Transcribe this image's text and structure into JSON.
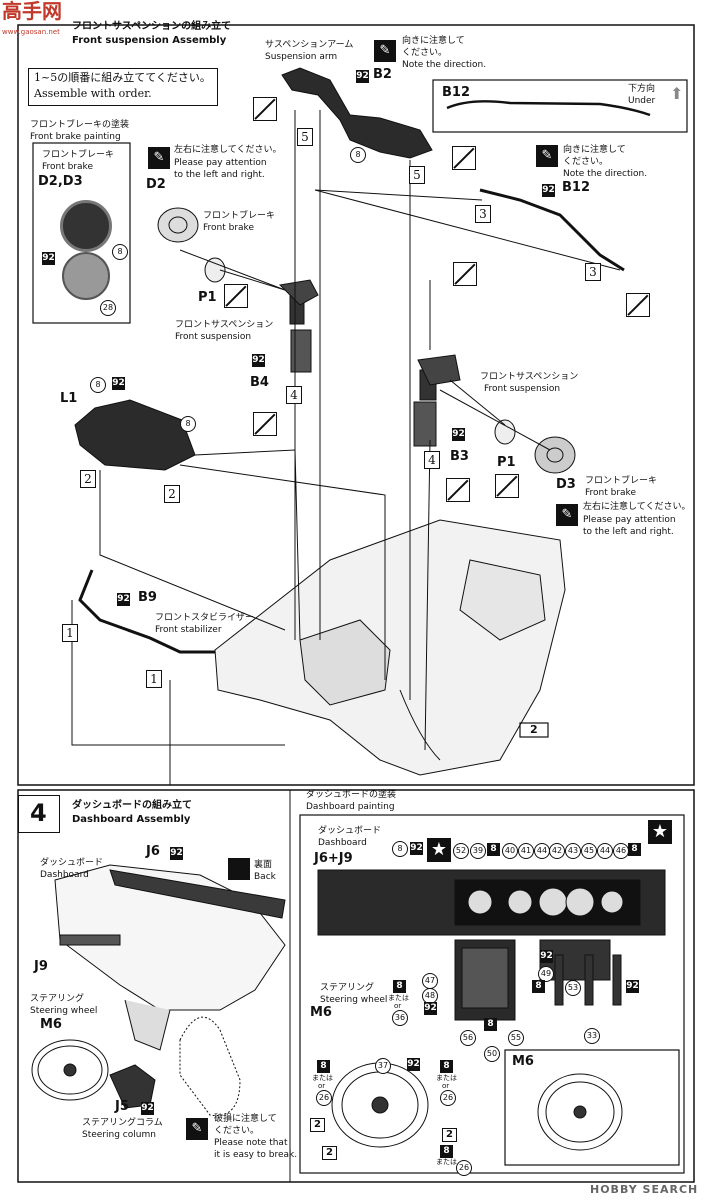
{
  "watermarks": {
    "top_left_brand": "高手网",
    "top_left_url": "www.gaosan.net",
    "bottom_right": "HOBBY SEARCH"
  },
  "section3": {
    "title_jp": "フロントサスペンションの組み立て",
    "title_en": "Front suspension Assembly",
    "order_note_jp": "1~5の順番に組み立ててください。",
    "order_note_en": "Assemble with order.",
    "brake_paint_jp": "フロントブレーキの塗装",
    "brake_paint_en": "Front brake painting",
    "brake_box_label_jp": "フロントブレーキ",
    "brake_box_label_en": "Front brake",
    "brake_box_parts": "D2,D3",
    "brake_box_colors": [
      "92",
      "8",
      "28"
    ],
    "lr_caution_jp": "左右に注意してください。",
    "lr_caution_en1": "Please pay attention",
    "lr_caution_en2": "to the left and right.",
    "susp_arm_jp": "サスペンションアーム",
    "susp_arm_en": "Suspension arm",
    "dir_caution_jp1": "向きに注意して",
    "dir_caution_jp2": "ください。",
    "dir_caution_en": "Note the direction.",
    "b2": "B2",
    "b12": "B12",
    "under_jp": "下方向",
    "under_en": "Under",
    "d2": "D2",
    "d3": "D3",
    "front_brake_jp": "フロントブレーキ",
    "front_brake_en": "Front brake",
    "p1": "P1",
    "front_susp_jp": "フロントサスペンション",
    "front_susp_en": "Front suspension",
    "b3": "B3",
    "b4": "B4",
    "l1": "L1",
    "b9": "B9",
    "stabilizer_jp": "フロントスタビライザー",
    "stabilizer_en": "Front stabilizer",
    "colors": {
      "c92": "92",
      "c8": "8",
      "c28": "28"
    },
    "steps": [
      "1",
      "2",
      "3",
      "4",
      "5"
    ],
    "part_ref": "2"
  },
  "section4": {
    "number": "4",
    "title_jp": "ダッシュボードの組み立て",
    "title_en": "Dashboard Assembly",
    "dashboard_jp": "ダッシュボード",
    "dashboard_en": "Dashboard",
    "j6": "J6",
    "j9": "J9",
    "back_jp": "裏面",
    "back_en": "Back",
    "steering_jp": "ステアリング",
    "steering_en": "Steering wheel",
    "m6": "M6",
    "j5": "J5",
    "column_jp": "ステアリングコラム",
    "column_en": "Steering column",
    "break_caution_jp1": "破損に注意して",
    "break_caution_jp2": "ください。",
    "break_caution_en1": "Please note that",
    "break_caution_en2": "it is easy to break.",
    "dash_paint_jp": "ダッシュボードの塗装",
    "dash_paint_en": "Dashboard painting",
    "dash_box_jp": "ダッシュボード",
    "dash_box_en": "Dashboard",
    "dash_box_parts": "J6+J9",
    "gauge_numbers": [
      "52",
      "39",
      "8",
      "40",
      "41",
      "44",
      "42",
      "43",
      "45",
      "44",
      "46",
      "8"
    ],
    "side_numbers": [
      "47",
      "48",
      "49",
      "53",
      "56",
      "55",
      "50",
      "33"
    ],
    "or_jp": "または",
    "or_en": "or",
    "wheel_numbers": [
      "37",
      "26",
      "36"
    ],
    "colors": {
      "c92": "92",
      "c8": "8",
      "c2": "2"
    }
  }
}
